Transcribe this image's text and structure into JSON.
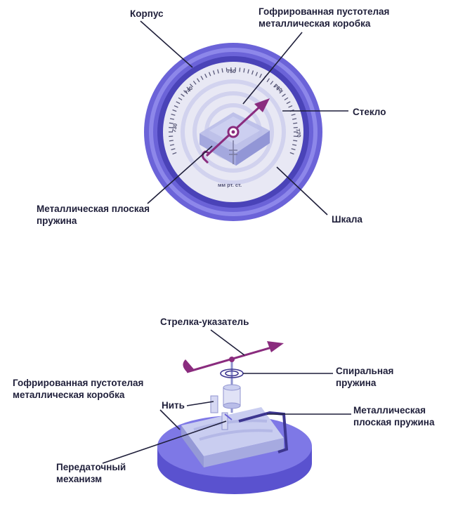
{
  "colors": {
    "body": "#6b63d8",
    "body_dark": "#4a43b8",
    "rim": "#5249c8",
    "face": "#e8e8f4",
    "box": "#b9bde8",
    "arrow": "#8a2c7e",
    "label": "#1f1f3a",
    "base_top": "#7e78e6",
    "base_side": "#5a52cf"
  },
  "top_diagram": {
    "labels": {
      "housing": "Корпус",
      "box_line1": "Гофрированная пустотелая",
      "box_line2": "металлическая коробка",
      "glass": "Стекло",
      "spring_line1": "Металлическая плоская",
      "spring_line2": "пружина",
      "scale": "Шкала"
    },
    "scale": {
      "ticks": [
        "730",
        "740",
        "750",
        "760",
        "770"
      ],
      "unit": "мм рт. ст."
    }
  },
  "bottom_diagram": {
    "labels": {
      "pointer": "Стрелка-указатель",
      "spiral_line1": "Спиральная",
      "spiral_line2": "пружина",
      "box_line1": "Гофрированная пустотелая",
      "box_line2": "металлическая коробка",
      "thread": "Нить",
      "spring_line1": "Металлическая",
      "spring_line2": "плоская пружина",
      "gear_line1": "Передаточный",
      "gear_line2": "механизм"
    }
  }
}
